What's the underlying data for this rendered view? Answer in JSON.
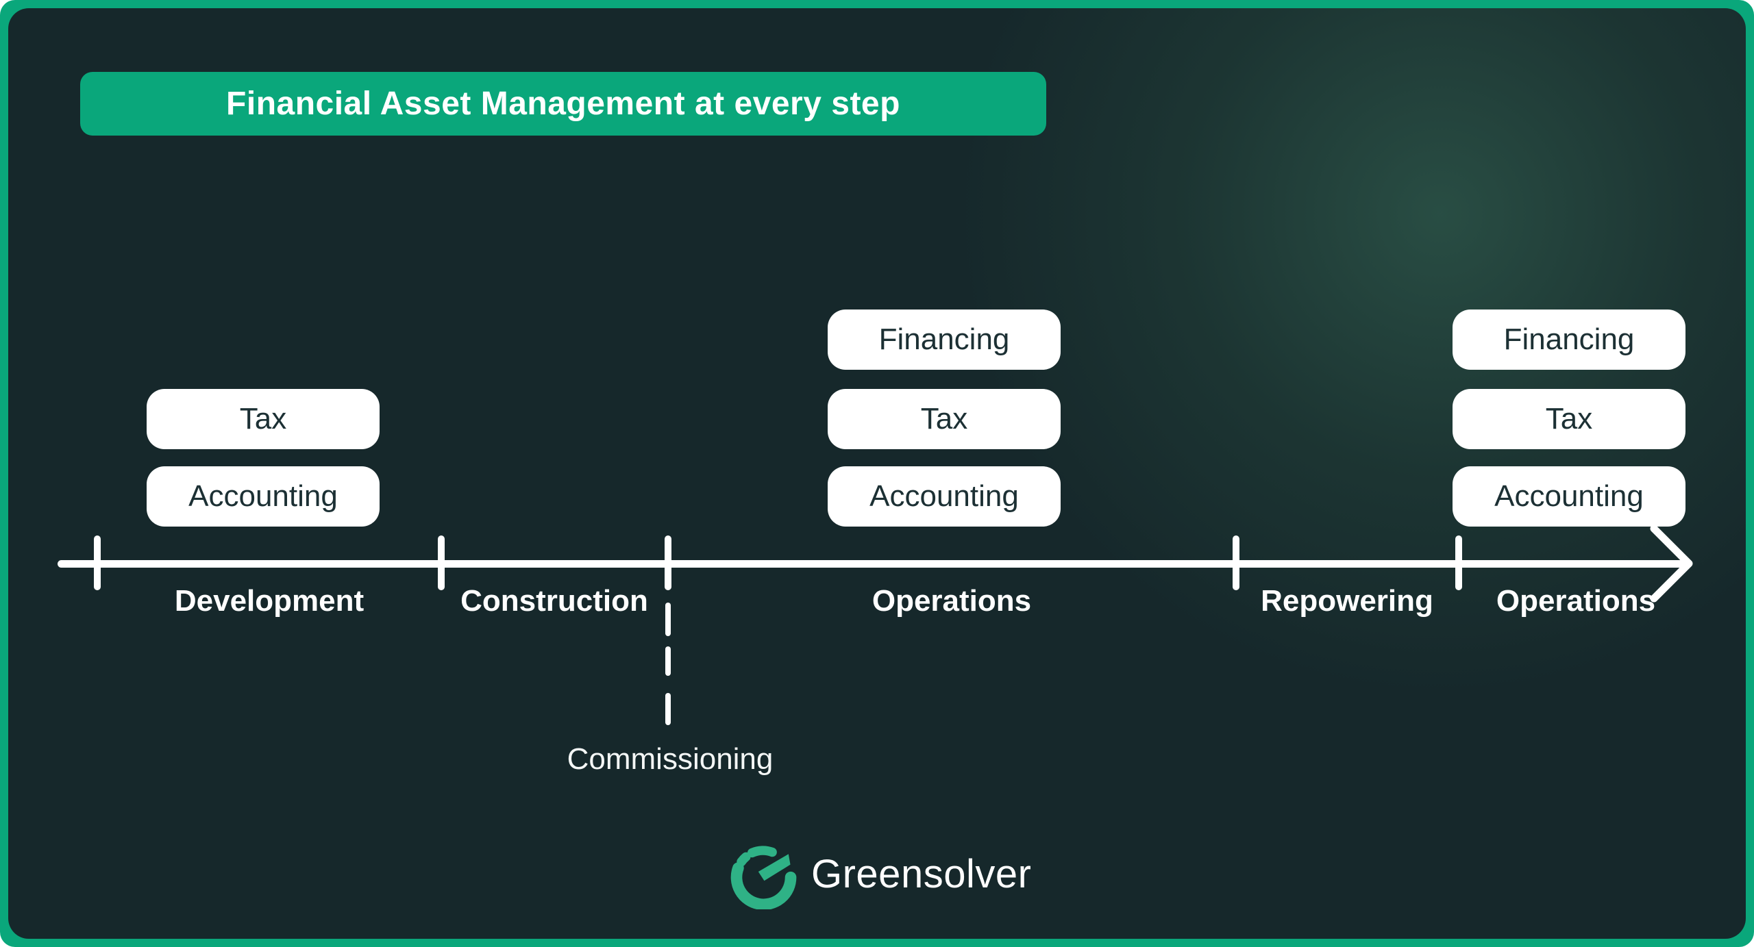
{
  "banner": {
    "title": "Financial Asset Management at every step"
  },
  "columns": [
    {
      "phase": "Development",
      "pills": [
        "Tax",
        "Accounting"
      ]
    },
    {
      "phase": "Operations",
      "pills": [
        "Financing",
        "Tax",
        "Accounting"
      ]
    },
    {
      "phase": "Operations-2",
      "pills": [
        "Financing",
        "Tax",
        "Accounting"
      ]
    }
  ],
  "timeline": {
    "phases": [
      {
        "label": "Development"
      },
      {
        "label": "Construction"
      },
      {
        "label": "Operations"
      },
      {
        "label": "Repowering"
      },
      {
        "label": "Operations"
      }
    ],
    "ticks_x": [
      130,
      632,
      963,
      1792,
      2117
    ],
    "direction": "left-to-right-arrow",
    "milestone": {
      "label": "Commissioning"
    }
  },
  "logo": {
    "text": "Greensolver",
    "mark": "greensolver-g-icon"
  },
  "colors": {
    "frame_green": "#0aa77b",
    "panel_dark": "#16282b",
    "glow_green": "#2c5448",
    "pill_bg": "#ffffff",
    "pill_text": "#1c3034",
    "text_white": "#ffffff",
    "logo_green": "#2fb286"
  }
}
